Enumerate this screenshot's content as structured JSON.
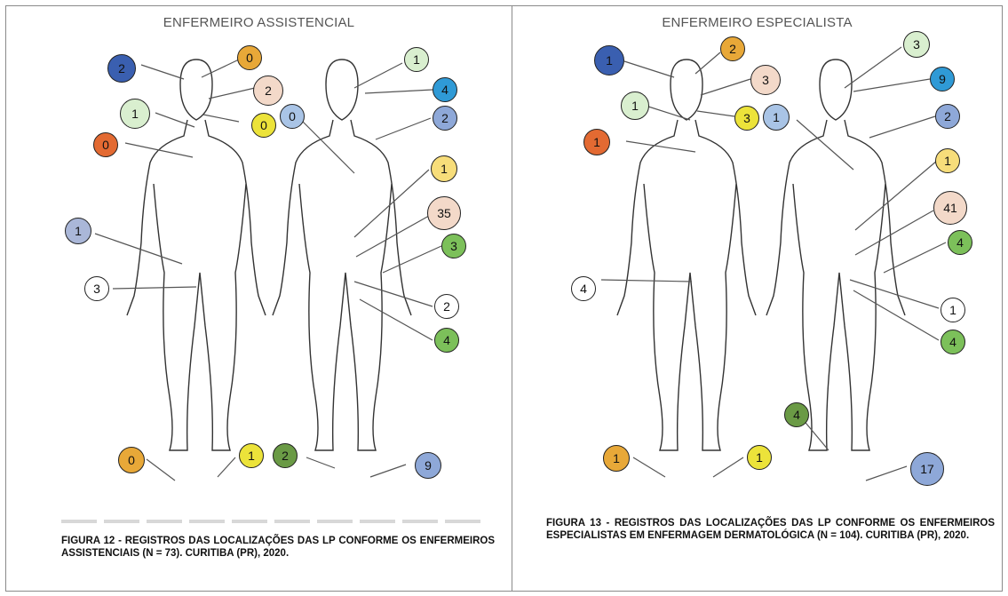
{
  "left": {
    "title": "ENFERMEIRO ASSISTENCIAL",
    "caption": "FIGURA 12 - REGISTROS DAS LOCALIZAÇÕES DAS LP CONFORME OS ENFERMEIROS ASSISTENCIAIS (N = 73). CURITIBA (PR), 2020.",
    "badges": [
      "2",
      "0",
      "2",
      "1",
      "0",
      "0",
      "0",
      "1",
      "1",
      "4",
      "2",
      "1",
      "35",
      "3",
      "3",
      "2",
      "4",
      "0",
      "1",
      "2",
      "9"
    ]
  },
  "right": {
    "title": "ENFERMEIRO ESPECIALISTA",
    "caption": "FIGURA 13 - REGISTROS DAS LOCALIZAÇÕES DAS LP CONFORME OS ENFERMEIROS ESPECIALISTAS EM ENFERMAGEM DERMATOLÓGICA (N = 104). CURITIBA (PR), 2020.",
    "badges": [
      "1",
      "2",
      "3",
      "1",
      "3",
      "1",
      "1",
      "3",
      "9",
      "2",
      "1",
      "41",
      "4",
      "4",
      "1",
      "4",
      "4",
      "1",
      "1",
      "17"
    ]
  },
  "colors": {
    "dark_blue": "#3a5fb0",
    "orange": "#e8a838",
    "peach": "#f3d9c9",
    "light_green": "#d9efcf",
    "yellow": "#ece33a",
    "light_blue": "#a9c4e6",
    "orange_red": "#e36a32",
    "slate_blue": "#aab7d8",
    "white": "#ffffff",
    "cyan": "#2f9ad6",
    "pale_yellow": "#f7dd7a",
    "green": "#7cc05a",
    "olive_green": "#6a9a45",
    "medium_blue": "#8ea8d8"
  }
}
